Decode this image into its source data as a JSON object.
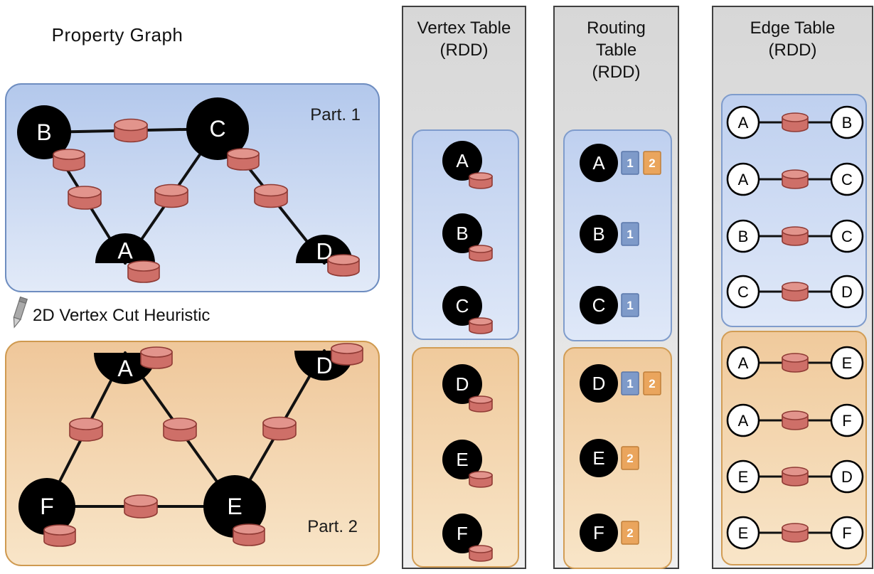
{
  "colors": {
    "blue_fill_top": "#b3c8ec",
    "blue_fill_bottom": "#e2eaf8",
    "blue_border": "#6e8dc0",
    "orange_fill_top": "#efc79a",
    "orange_fill_bottom": "#f8e5c8",
    "orange_border": "#cf9a50",
    "cylinder_body": "#ce6f68",
    "cylinder_top": "#e2948c",
    "cylinder_stroke": "#8f3a34",
    "badge_blue": "#7e9ac9",
    "badge_blue_border": "#5a77ab",
    "badge_orange": "#eaa55d",
    "badge_orange_border": "#c07f39",
    "vertex_fill": "#000000",
    "vertex_label_color": "#ffffff",
    "edge_color": "#111111"
  },
  "property_graph": {
    "title": "Property Graph",
    "heuristic_label": "2D Vertex Cut Heuristic",
    "partitions": [
      {
        "label": "Part. 1",
        "theme": "blue",
        "vertices": [
          {
            "id": "B",
            "shape": "full"
          },
          {
            "id": "C",
            "shape": "full"
          },
          {
            "id": "A",
            "shape": "half-top"
          },
          {
            "id": "D",
            "shape": "half-top"
          }
        ],
        "edges": [
          [
            "B",
            "C"
          ],
          [
            "B",
            "A"
          ],
          [
            "C",
            "A"
          ],
          [
            "C",
            "D"
          ]
        ]
      },
      {
        "label": "Part. 2",
        "theme": "orange",
        "vertices": [
          {
            "id": "A",
            "shape": "half-bottom"
          },
          {
            "id": "D",
            "shape": "half-bottom"
          },
          {
            "id": "F",
            "shape": "full"
          },
          {
            "id": "E",
            "shape": "full"
          }
        ],
        "edges": [
          [
            "A",
            "F"
          ],
          [
            "A",
            "E"
          ],
          [
            "D",
            "E"
          ],
          [
            "F",
            "E"
          ]
        ]
      }
    ]
  },
  "vertex_table": {
    "title": "Vertex Table\n(RDD)",
    "groups": [
      {
        "theme": "blue",
        "vertices": [
          "A",
          "B",
          "C"
        ]
      },
      {
        "theme": "orange",
        "vertices": [
          "D",
          "E",
          "F"
        ]
      }
    ]
  },
  "routing_table": {
    "title": "Routing\nTable\n(RDD)",
    "groups": [
      {
        "theme": "blue",
        "entries": [
          {
            "vertex": "A",
            "partitions": [
              "1",
              "2"
            ]
          },
          {
            "vertex": "B",
            "partitions": [
              "1"
            ]
          },
          {
            "vertex": "C",
            "partitions": [
              "1"
            ]
          }
        ]
      },
      {
        "theme": "orange",
        "entries": [
          {
            "vertex": "D",
            "partitions": [
              "1",
              "2"
            ]
          },
          {
            "vertex": "E",
            "partitions": [
              "2"
            ]
          },
          {
            "vertex": "F",
            "partitions": [
              "2"
            ]
          }
        ]
      }
    ]
  },
  "edge_table": {
    "title": "Edge Table\n(RDD)",
    "groups": [
      {
        "theme": "blue",
        "edges": [
          [
            "A",
            "B"
          ],
          [
            "A",
            "C"
          ],
          [
            "B",
            "C"
          ],
          [
            "C",
            "D"
          ]
        ]
      },
      {
        "theme": "orange",
        "edges": [
          [
            "A",
            "E"
          ],
          [
            "A",
            "F"
          ],
          [
            "E",
            "D"
          ],
          [
            "E",
            "F"
          ]
        ]
      }
    ]
  }
}
